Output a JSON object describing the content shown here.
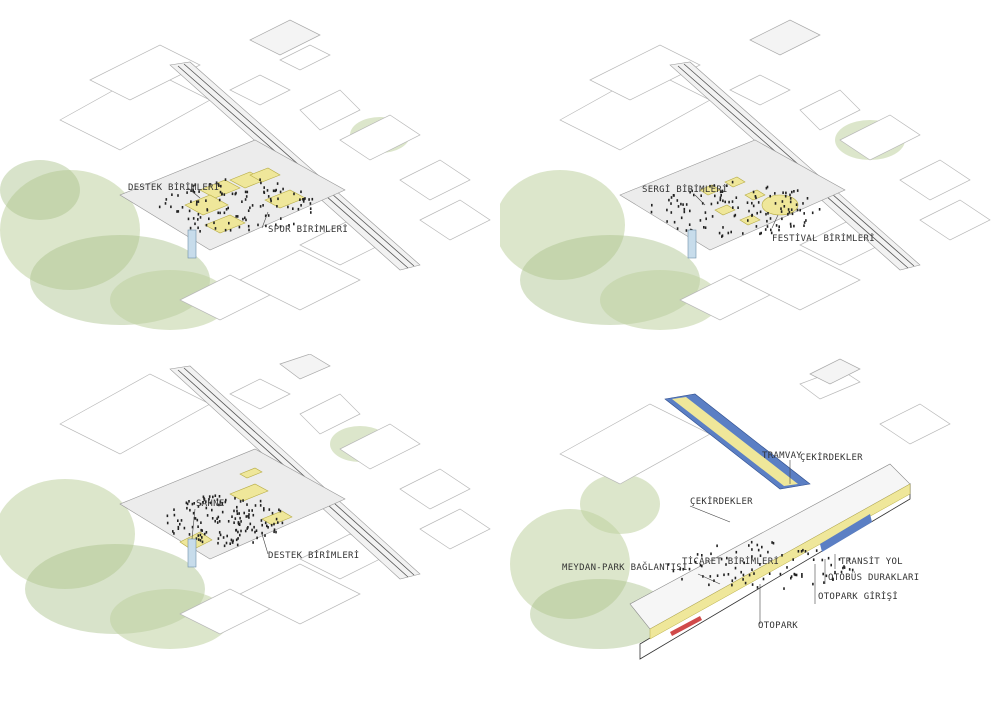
{
  "panels": [
    {
      "id": "sports",
      "labels": [
        {
          "key": "destek",
          "text": "DESTEK BİRİMLERİ"
        },
        {
          "key": "spor",
          "text": "SPOR BİRİMLERİ"
        }
      ]
    },
    {
      "id": "festival",
      "labels": [
        {
          "key": "sergi",
          "text": "SERGİ BİRİMLERİ"
        },
        {
          "key": "festival",
          "text": "FESTİVAL BİRİMLERİ"
        }
      ]
    },
    {
      "id": "stage",
      "labels": [
        {
          "key": "sahne",
          "text": "SAHNE"
        },
        {
          "key": "destek",
          "text": "DESTEK BİRİMLERİ"
        }
      ]
    },
    {
      "id": "section",
      "labels": [
        {
          "key": "tramvay",
          "text": "TRAMVAY"
        },
        {
          "key": "cekirdekler1",
          "text": "ÇEKİRDEKLER"
        },
        {
          "key": "cekirdekler2",
          "text": "ÇEKİRDEKLER"
        },
        {
          "key": "meydan",
          "text": "MEYDAN-PARK BAĞLANTISI"
        },
        {
          "key": "ticaret",
          "text": "TİCARET BİRİMLERİ"
        },
        {
          "key": "transit",
          "text": "TRANSİT YOL"
        },
        {
          "key": "otobus",
          "text": "OTOBÜS DURAKLARI"
        },
        {
          "key": "otoparkgiris",
          "text": "OTOPARK GİRİŞİ"
        },
        {
          "key": "otopark",
          "text": "OTOPARK"
        }
      ]
    }
  ],
  "colors": {
    "highlight": "#efe79a",
    "tram": "#5b7fc4",
    "vegetation": "#a9c28a"
  }
}
